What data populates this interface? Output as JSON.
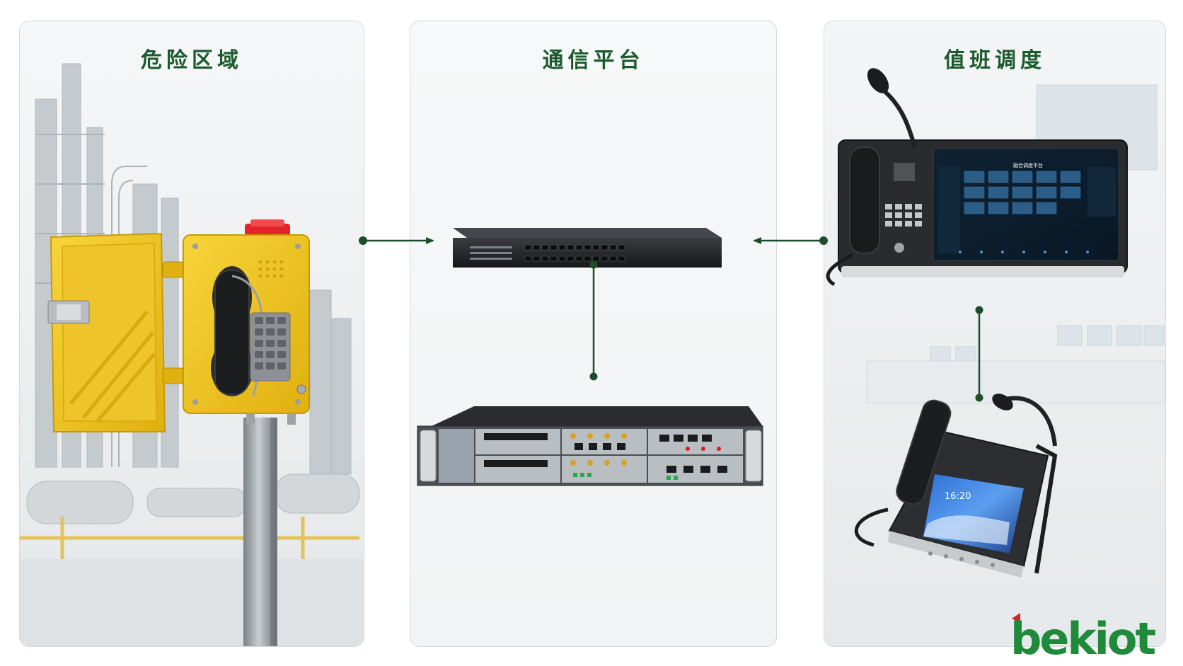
{
  "panels": [
    {
      "title": "危险区域"
    },
    {
      "title": "通信平台"
    },
    {
      "title": "值班调度"
    }
  ],
  "screen": {
    "console_title": "融合调度平台",
    "phone_time": "16:20"
  },
  "brand": {
    "logo_text": "bekiot",
    "logo_color": "#1f8a3a",
    "accent_red": "#d6202a"
  },
  "colors": {
    "title_green": "#1b5a2d",
    "connector_green": "#1e4d2b",
    "phone_yellow": "#f2c61d",
    "device_black": "#1e1f21"
  }
}
